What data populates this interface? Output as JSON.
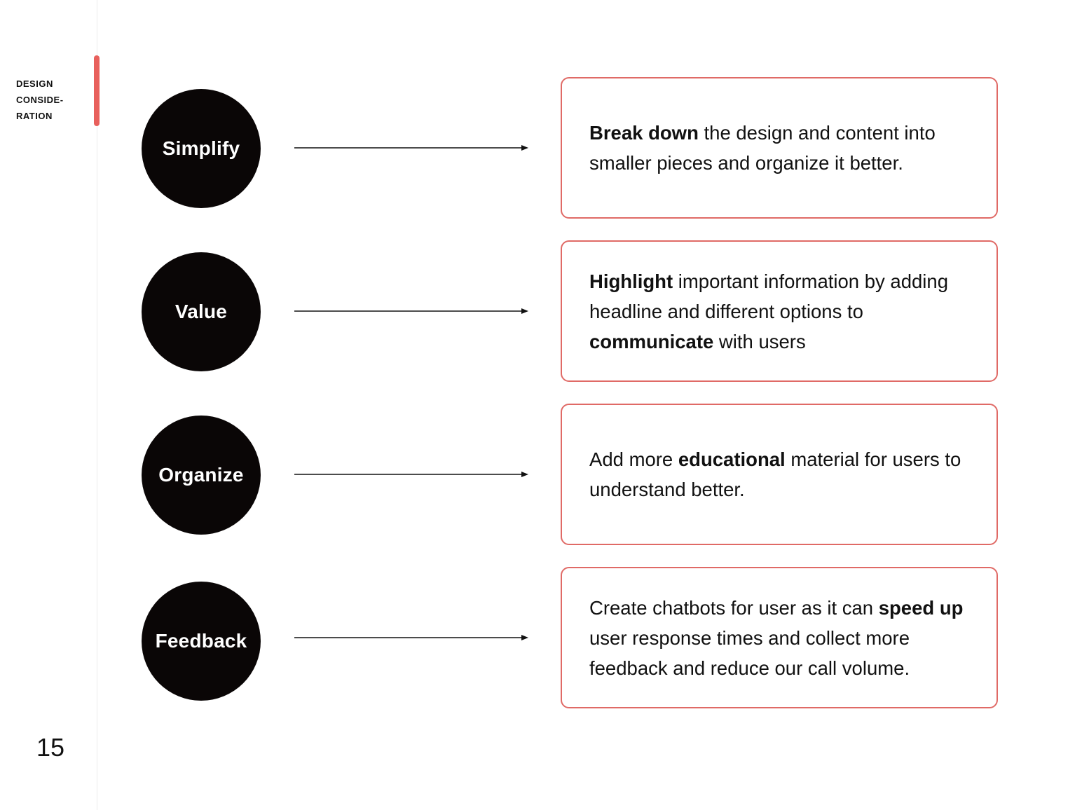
{
  "sidebar": {
    "section_label_lines": [
      "DESIGN",
      "CONSIDE-",
      "RATION"
    ],
    "page_number": "15",
    "accent_color": "#e8605c"
  },
  "diagram": {
    "rows": [
      {
        "concept": "Simplify",
        "description": [
          {
            "text": "Break down",
            "bold": true
          },
          {
            "text": " the design and content into smaller pieces and organize it better.",
            "bold": false
          }
        ]
      },
      {
        "concept": "Value",
        "description": [
          {
            "text": "Highlight",
            "bold": true
          },
          {
            "text": " important information by adding headline and different options to ",
            "bold": false
          },
          {
            "text": "communicate",
            "bold": true
          },
          {
            "text": " with users",
            "bold": false
          }
        ]
      },
      {
        "concept": "Organize",
        "description": [
          {
            "text": "Add more ",
            "bold": false
          },
          {
            "text": "educational",
            "bold": true
          },
          {
            "text": " material for users to understand better.",
            "bold": false
          }
        ]
      },
      {
        "concept": "Feedback",
        "description": [
          {
            "text": "Create chatbots for user as it can ",
            "bold": false
          },
          {
            "text": "speed up",
            "bold": true
          },
          {
            "text": " user response times and collect more feedback and reduce our call volume.",
            "bold": false
          }
        ]
      }
    ],
    "circle_color": "#0a0606",
    "card_border_color": "#e06a66"
  }
}
